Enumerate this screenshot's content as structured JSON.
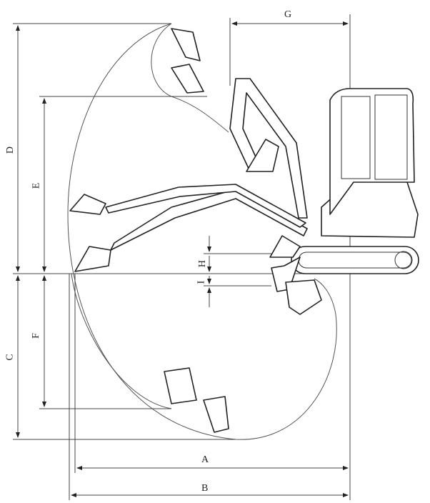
{
  "diagram": {
    "title": "Excavator working range",
    "dimension_labels": {
      "A": "A",
      "B": "B",
      "C": "C",
      "D": "D",
      "E": "E",
      "F": "F",
      "G": "G",
      "H": "H",
      "I": "I"
    }
  }
}
